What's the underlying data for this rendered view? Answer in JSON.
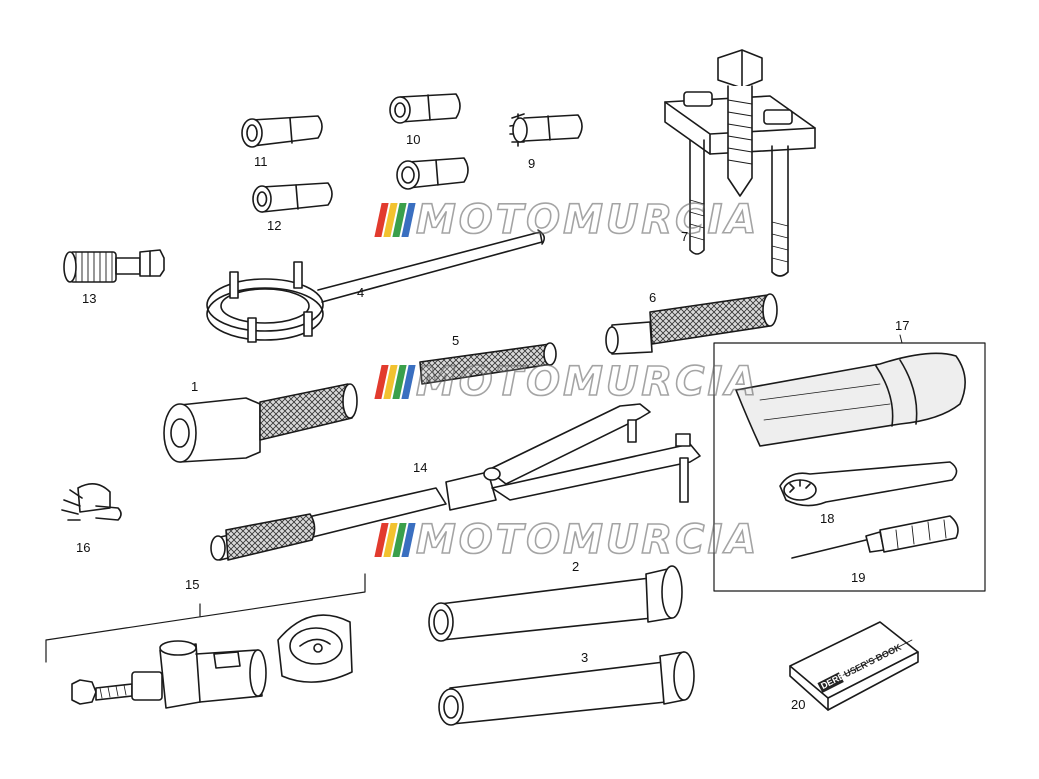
{
  "labels": {
    "l1": "1",
    "l2": "2",
    "l3": "3",
    "l4": "4",
    "l5": "5",
    "l6": "6",
    "l7": "7",
    "l9": "9",
    "l10": "10",
    "l11": "11",
    "l12": "12",
    "l13": "13",
    "l14": "14",
    "l15": "15",
    "l16": "16",
    "l17": "17",
    "l18": "18",
    "l19": "19",
    "l20": "20"
  },
  "watermark": {
    "text": "MOTOMURCIA",
    "colors": [
      "#e23b2e",
      "#f2c230",
      "#3aa04b",
      "#3a6fc0"
    ]
  },
  "book": {
    "brand": "DERBI",
    "title": "USER'S BOOK"
  }
}
